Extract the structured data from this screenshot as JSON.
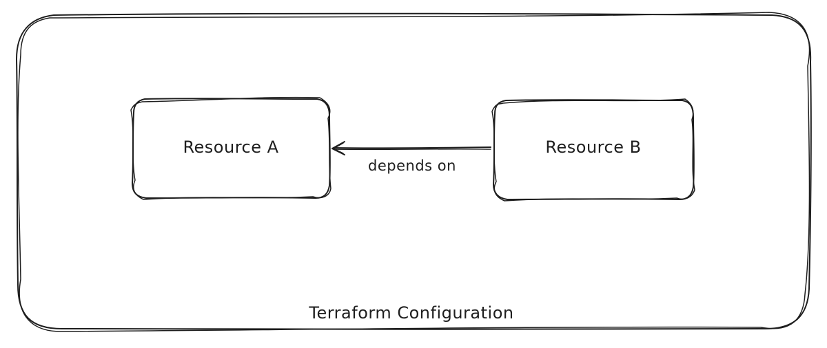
{
  "diagram": {
    "container_label": "Terraform Configuration",
    "nodes": [
      {
        "id": "resource-a",
        "label": "Resource A"
      },
      {
        "id": "resource-b",
        "label": "Resource B"
      }
    ],
    "edges": [
      {
        "from": "resource-b",
        "to": "resource-a",
        "label": "depends on"
      }
    ],
    "stroke_color": "#1e1e1e",
    "background_color": "#ffffff"
  }
}
